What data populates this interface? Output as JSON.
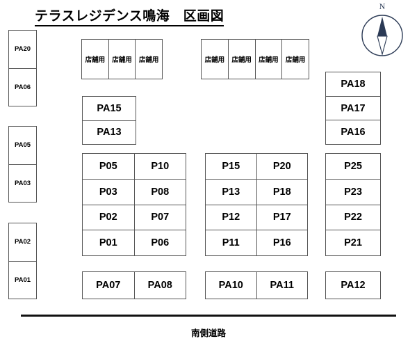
{
  "page": {
    "title": "テラスレジデンス鳴海　区画図",
    "road_label": "南側道路",
    "compass_label": "N",
    "compass_needle_color": "#2b3a55",
    "border_color": "#555555",
    "background_color": "#ffffff",
    "text_color": "#000000"
  },
  "shop_label": "店舗用",
  "blocks": {
    "left_column": [
      {
        "name": "left-block-1",
        "cells": [
          "PA20",
          "PA06"
        ]
      },
      {
        "name": "left-block-2",
        "cells": [
          "PA05",
          "PA03"
        ]
      },
      {
        "name": "left-block-3",
        "cells": [
          "PA02",
          "PA01"
        ]
      }
    ],
    "shops_left": {
      "cells": [
        "店舗用",
        "店舗用",
        "店舗用"
      ]
    },
    "shops_right": {
      "cells": [
        "店舗用",
        "店舗用",
        "店舗用",
        "店舗用"
      ]
    },
    "pa15_block": {
      "cells": [
        "PA15",
        "PA13"
      ]
    },
    "grid_left": {
      "rows": [
        [
          "P05",
          "P10"
        ],
        [
          "P03",
          "P08"
        ],
        [
          "P02",
          "P07"
        ],
        [
          "P01",
          "P06"
        ]
      ]
    },
    "grid_center": {
      "rows": [
        [
          "P15",
          "P20"
        ],
        [
          "P13",
          "P18"
        ],
        [
          "P12",
          "P17"
        ],
        [
          "P11",
          "P16"
        ]
      ]
    },
    "right_upper": {
      "cells": [
        "PA18",
        "PA17",
        "PA16"
      ]
    },
    "right_lower": {
      "cells": [
        "P25",
        "P23",
        "P22",
        "P21"
      ]
    },
    "bottom_left": {
      "cells": [
        "PA07",
        "PA08"
      ]
    },
    "bottom_center": {
      "cells": [
        "PA10",
        "PA11"
      ]
    },
    "bottom_right": {
      "cells": [
        "PA12"
      ]
    }
  }
}
